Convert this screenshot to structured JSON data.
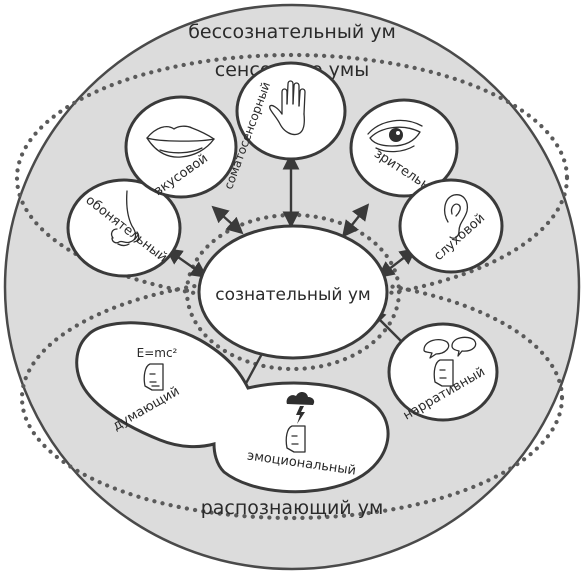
{
  "diagram": {
    "outer_label": "бессознательный ум",
    "sensory_label": "сенсорные умы",
    "center_label": "сознательный ум",
    "recognizing_label": "распознающий ум",
    "senses": {
      "smell": "обонятельный",
      "taste": "вкусовой",
      "touch": "соматосенсорный",
      "sight": "зрительный",
      "hearing": "слуховой"
    },
    "recognizing": {
      "thinking": "думающий",
      "formula": "E=mc²",
      "emotional": "эмоциональный",
      "narrative": "нарративный"
    },
    "icons": [
      "nose-icon",
      "lips-icon",
      "hand-icon",
      "eye-icon",
      "ear-icon",
      "face-icon",
      "storm-cloud-icon",
      "speech-bubbles-icon"
    ]
  }
}
